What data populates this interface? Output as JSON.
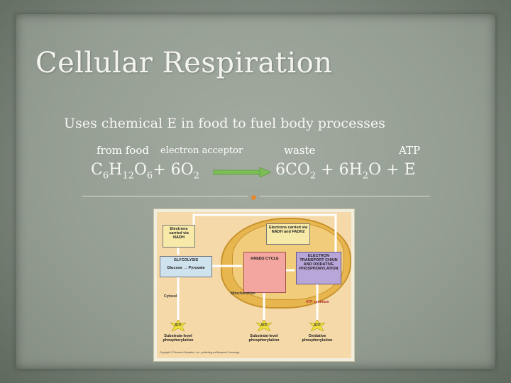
{
  "slide": {
    "title": "Cellular Respiration",
    "subtitle": "Uses chemical E in food to fuel body processes",
    "labels": {
      "from_food": "from food",
      "electron_acceptor": "electron acceptor",
      "waste": "waste",
      "atp": "ATP"
    },
    "equation": {
      "reactant1_base": "C",
      "reactant1_sub1": "6",
      "reactant1_mid1": "H",
      "reactant1_sub2": "12",
      "reactant1_mid2": "O",
      "reactant1_sub3": "6",
      "plus1": "+ 6O",
      "plus1_sub": "2",
      "product1": "6CO",
      "product1_sub": "2",
      "product2": " + 6H",
      "product2_sub": "2",
      "product3": "O + E"
    },
    "colors": {
      "arrow": "#7dbd58",
      "accent_dot": "#e08a37"
    }
  },
  "figure": {
    "nadh_box": "Electrons carried via NADH",
    "nadh_fadh_box": "Electrons carried via NADH and FADH2",
    "glycolysis_title": "GLYCOLYSIS",
    "glucose": "Glucose",
    "pyruvate": "Pyruvate",
    "krebs": "KREBS CYCLE",
    "etc": "ELECTRON TRANSPORT CHAIN AND OXIDATIVE PHOSPHORYLATION",
    "cytosol": "Cytosol",
    "mitochondrion": "Mitochondrion",
    "atp_synthase": "ATP synthase",
    "atp_label": "ATP",
    "cap_substrate1": "Substrate-level phosphorylation",
    "cap_substrate2": "Substrate-level phosphorylation",
    "cap_oxidative": "Oxidative phosphorylation",
    "copyright": "Copyright © Pearson Education, Inc., publishing as Benjamin Cummings"
  }
}
